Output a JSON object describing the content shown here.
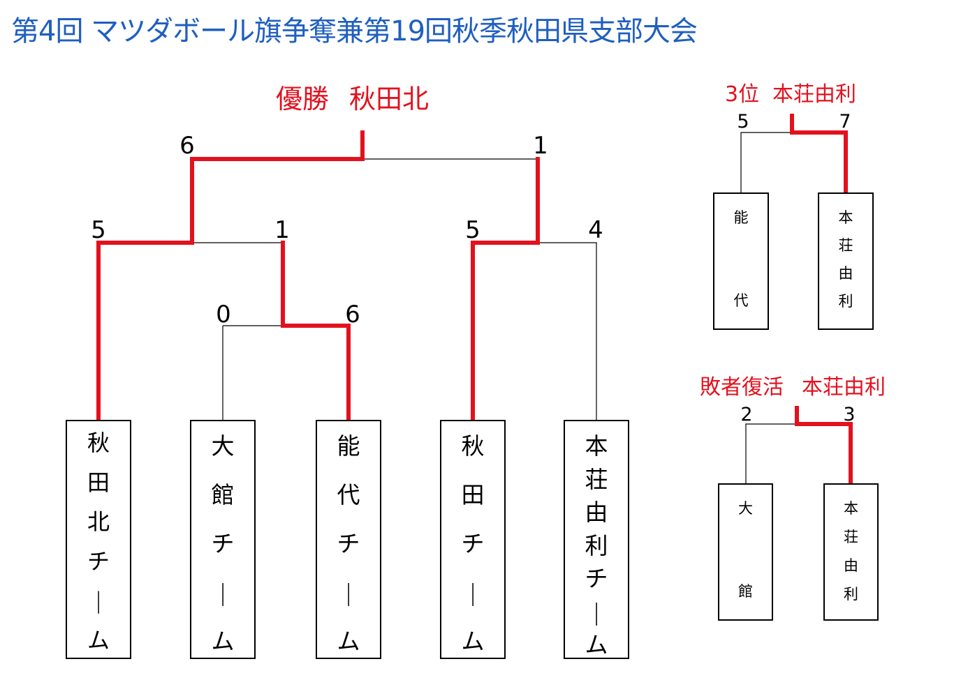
{
  "title": "第4回 マツダボール旗争奪兼第19回秋季秋田県支部大会",
  "main": {
    "champion_label": "優勝",
    "champion": "秋田北",
    "teams": [
      "秋田北チーム",
      "大館チーム",
      "能代チーム",
      "秋田チーム",
      "本荘由利チーム"
    ],
    "scores": {
      "final_left": "6",
      "final_right": "1",
      "semi1_left": "5",
      "semi1_right": "1",
      "semi2_left": "5",
      "semi2_right": "4",
      "qf_left": "0",
      "qf_right": "6"
    }
  },
  "third_place": {
    "label": "3位",
    "winner": "本荘由利",
    "teams": [
      "能代",
      "本荘由利"
    ],
    "score_left": "5",
    "score_right": "7"
  },
  "repechage": {
    "label": "敗者復活",
    "winner": "本荘由利",
    "teams": [
      "大館",
      "本荘由利"
    ],
    "score_left": "2",
    "score_right": "3"
  },
  "colors": {
    "title": "#1f5fbf",
    "winner_line": "#e3111e",
    "result_text": "#e3111e"
  }
}
